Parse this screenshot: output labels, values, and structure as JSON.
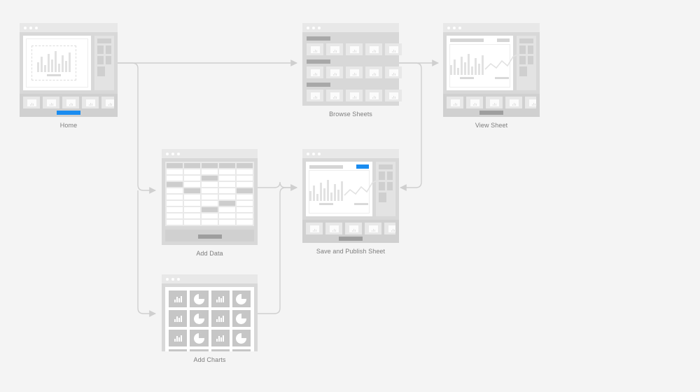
{
  "diagram": {
    "title": "App flow wireframe",
    "background_color": "#f4f4f4",
    "accent_color": "#1a8cf0",
    "connector_color": "#cfcfcf"
  },
  "nodes": [
    {
      "id": "home",
      "caption": "Home",
      "type": "app-screen",
      "window_dots": 3,
      "indicator": "accent",
      "thumb_count": 5,
      "side_panel": true
    },
    {
      "id": "browse-sheets",
      "caption": "Browse Sheets",
      "type": "gallery-list",
      "window_dots": 3,
      "sections": [
        {
          "tiles": 5
        },
        {
          "tiles": 5
        },
        {
          "tiles": 5
        }
      ]
    },
    {
      "id": "view-sheet",
      "caption": "View Sheet",
      "type": "app-screen",
      "window_dots": 3,
      "indicator": "plain",
      "thumb_count": 5,
      "side_panel": true,
      "has_title_bar": true
    },
    {
      "id": "add-data",
      "caption": "Add Data",
      "type": "spreadsheet",
      "window_dots": 3,
      "columns": 5,
      "rows": 10,
      "filled_cells": [
        {
          "row": 2,
          "col": 3
        },
        {
          "row": 3,
          "col": 1
        },
        {
          "row": 4,
          "col": 2
        },
        {
          "row": 4,
          "col": 5
        },
        {
          "row": 6,
          "col": 4
        },
        {
          "row": 7,
          "col": 3
        }
      ]
    },
    {
      "id": "add-charts",
      "caption": "Add Charts",
      "type": "chart-gallery",
      "window_dots": 3,
      "columns": 4,
      "rows": 4,
      "icon_pattern": [
        "bar-chart",
        "pie-chart",
        "bar-chart",
        "pie-chart"
      ]
    },
    {
      "id": "save-publish-sheet",
      "caption": "Save and Publish Sheet",
      "type": "app-screen",
      "window_dots": 3,
      "indicator": "plain",
      "thumb_count": 5,
      "side_panel": true,
      "has_title_bar": true,
      "publish_button": true
    }
  ],
  "connections": [
    {
      "from": "home",
      "to": "browse-sheets"
    },
    {
      "from": "home",
      "to": "add-data"
    },
    {
      "from": "home",
      "to": "add-charts"
    },
    {
      "from": "browse-sheets",
      "to": "view-sheet"
    },
    {
      "from": "browse-sheets",
      "to": "save-publish-sheet"
    },
    {
      "from": "add-data",
      "to": "save-publish-sheet"
    },
    {
      "from": "add-charts",
      "to": "save-publish-sheet"
    }
  ]
}
